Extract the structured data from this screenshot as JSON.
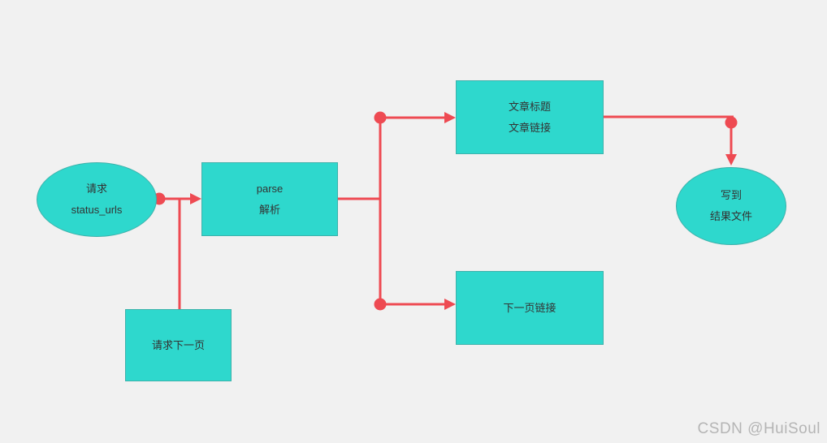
{
  "diagram": {
    "nodes": {
      "request_start": {
        "shape": "ellipse",
        "lines": [
          "请求",
          "status_urls"
        ]
      },
      "parse": {
        "shape": "rect",
        "lines": [
          "parse",
          "解析"
        ]
      },
      "article": {
        "shape": "rect",
        "lines": [
          "文章标题",
          "文章链接"
        ]
      },
      "next_page_link": {
        "shape": "rect",
        "lines": [
          "下一页链接"
        ]
      },
      "write_result": {
        "shape": "ellipse",
        "lines": [
          "写到",
          "结果文件"
        ]
      },
      "request_next_page": {
        "shape": "rect",
        "lines": [
          "请求下一页"
        ]
      }
    },
    "colors": {
      "background": "#f1f1f1",
      "shape_fill": "#2ed8cd",
      "connector": "#ee4a52",
      "text": "#333333",
      "watermark": "#b5b5b5"
    }
  },
  "watermark": {
    "text": "CSDN @HuiSoul"
  }
}
